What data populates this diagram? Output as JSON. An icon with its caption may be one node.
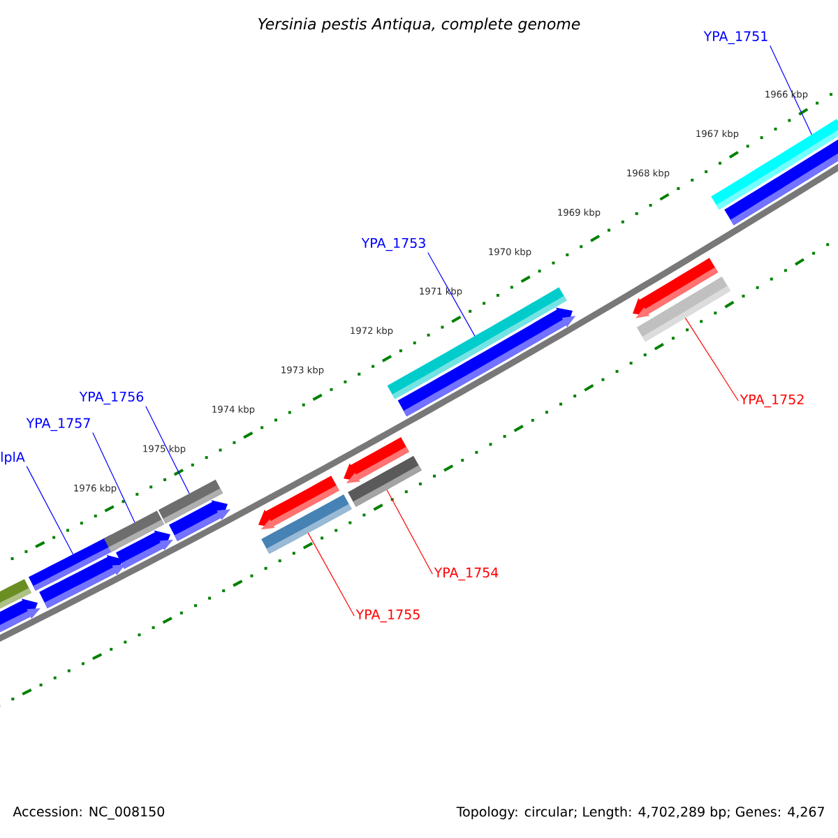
{
  "diagram": {
    "title": "Yersinia pestis Antiqua, complete genome",
    "nodes": [
      {
        "text": [
          "YPA_1751"
        ]
      },
      {
        "text": [
          "YPA_1753"
        ]
      },
      {
        "text": [
          "YPA_1756"
        ]
      },
      {
        "text": [
          "YPA_1757"
        ]
      },
      {
        "text": [
          "lplA"
        ]
      },
      {
        "text": [
          "YPA_1752"
        ]
      },
      {
        "text": [
          "YPA_1754"
        ]
      },
      {
        "text": [
          "YPA_1755"
        ]
      },
      {
        "text": [],
        "shape": "bar"
      },
      {
        "text": [],
        "shape": "bar"
      },
      {
        "text": [],
        "shape": "bar"
      },
      {
        "text": [],
        "shape": "bar"
      },
      {
        "text": [],
        "shape": "bar"
      },
      {
        "text": [],
        "shape": "bar"
      },
      {
        "text": [],
        "shape": "bar"
      },
      {
        "text": [],
        "shape": "bar"
      }
    ],
    "edges": [
      {
        "from": 0,
        "to": 15,
        "arrow": "none"
      },
      {
        "from": 1,
        "to": 13,
        "arrow": "none"
      },
      {
        "from": 2,
        "to": 10,
        "arrow": "none"
      },
      {
        "from": 3,
        "to": 9,
        "arrow": "none"
      },
      {
        "from": 4,
        "to": 8,
        "arrow": "none"
      },
      {
        "from": 5,
        "to": 14,
        "arrow": "none",
        "color": "#ff0000"
      },
      {
        "from": 6,
        "to": 12,
        "arrow": "none",
        "color": "#ff0000"
      },
      {
        "from": 7,
        "to": 11,
        "arrow": "none",
        "color": "#ff0000"
      }
    ],
    "labels": [
      "1966 kbp",
      "1967 kbp",
      "1968 kbp",
      "1969 kbp",
      "1970 kbp",
      "1971 kbp",
      "1972 kbp",
      "1973 kbp",
      "1974 kbp",
      "1975 kbp",
      "1976 kbp",
      "Accession: NC_008150",
      "Topology: circular; Length: 4,702,289 bp; Genes: 4,267"
    ]
  }
}
